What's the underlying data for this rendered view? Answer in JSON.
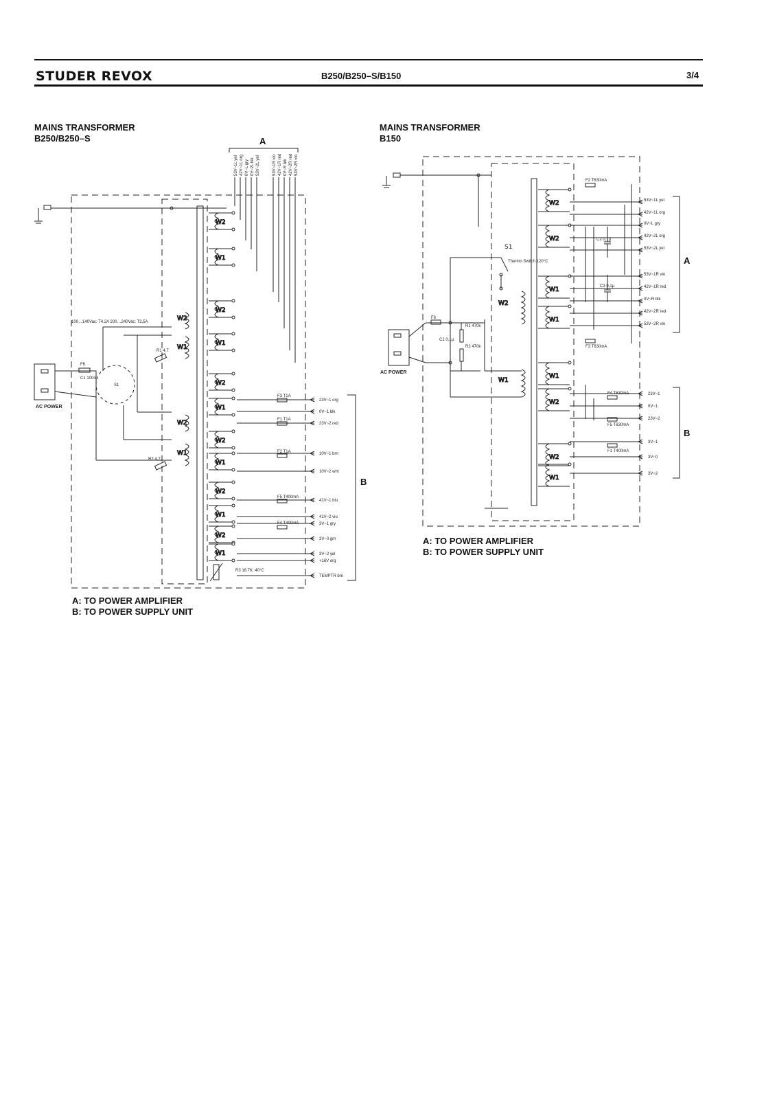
{
  "header": {
    "brand": "STUDER REVOX",
    "model": "B250/B250–S/B150",
    "page": "3/4"
  },
  "left": {
    "title_line1": "MAINS TRANSFORMER",
    "title_line2": "B250/B250–S",
    "footer_a": "A: TO POWER AMPLIFIER",
    "footer_b": "B: TO POWER SUPPLY UNIT",
    "group_a": "A",
    "group_b": "B",
    "ac_power": "AC POWER",
    "top_outputs": [
      "53V~1L yel",
      "42V~1L org",
      "0V~L gry",
      "0V~2L blk",
      "53V~2L yel",
      "53V~1R vio",
      "42V~1R red",
      "0V~R blk",
      "42V~2R red",
      "53V~2R vio"
    ],
    "b_outputs": [
      "23V~1 org",
      "0V~1 blk",
      "23V~2 red",
      "10V~1 brn",
      "10V~2 wht",
      "41V~1 blu",
      "41V~2 vio",
      "3V~1 gry",
      "3V~0 grn",
      "3V~2 yel",
      "+16V org",
      "TEMPTR brn"
    ],
    "fuses": [
      "F3 T1A",
      "F1 T1A",
      "F2 T1A",
      "F5 T400mA",
      "F4 T400mA",
      "F6"
    ],
    "note": "100…140Vac: T4,2A 200…240Vac: T2,5A",
    "components": [
      "C1 100n",
      "S1",
      "R1 4,7",
      "R2 4,7",
      "R3 16,7K; 40°C"
    ],
    "windings": [
      "W2",
      "W1",
      "W2",
      "W1",
      "W2",
      "W1",
      "W2",
      "W1",
      "W2",
      "W1",
      "W2",
      "W1",
      "W2",
      "W1",
      "W2",
      "W1"
    ]
  },
  "right": {
    "title_line1": "MAINS TRANSFORMER",
    "title_line2": "B150",
    "footer_a": "A: TO POWER AMPLIFIER",
    "footer_b": "B: TO POWER SUPPLY UNIT",
    "group_a": "A",
    "group_b": "B",
    "ac_power": "AC POWER",
    "a_outputs": [
      "53V~1L yel",
      "42V~1L org",
      "0V~L gry",
      "42V~2L org",
      "53V~2L yel",
      "53V~1R vio",
      "42V~1R red",
      "0V~R blk",
      "42V~2R red",
      "53V~2R vio"
    ],
    "b_outputs": [
      "23V~1",
      "0V~1",
      "23V~2",
      "3V~1",
      "3V~0",
      "3V~2"
    ],
    "switch": "S1",
    "thermo": "Thermo Switch 120°C",
    "components": [
      "C1 0,1µ",
      "R1 470k",
      "R2 470k",
      "C2 0,1µ",
      "C3 0,1µ",
      "F2 T630mA",
      "F3 T630mA",
      "F4 T630mA",
      "F5 T630mA",
      "F1 T400mA",
      "F6"
    ],
    "windings": [
      "W2",
      "W2",
      "W1",
      "W1",
      "W1",
      "W2",
      "W2",
      "W1",
      "W2",
      "W1"
    ]
  }
}
